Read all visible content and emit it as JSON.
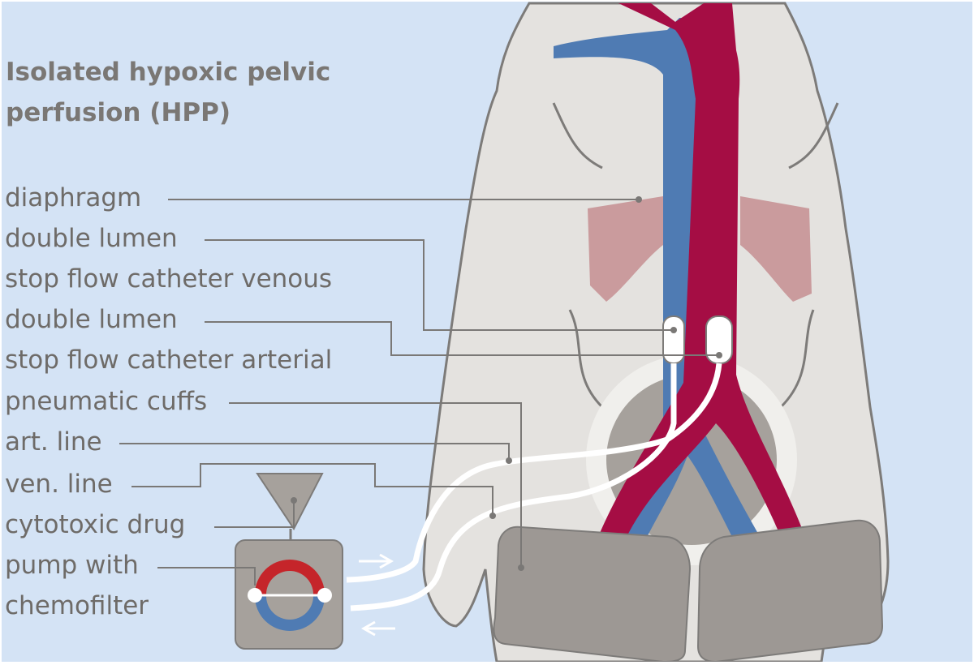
{
  "title": {
    "line1": "Isolated hypoxic pelvic",
    "line2": "perfusion (HPP)"
  },
  "labels": [
    "diaphragm",
    "double lumen",
    "stop flow catheter venous",
    "double lumen",
    "stop flow catheter arterial",
    "pneumatic cuffs",
    "art. line",
    "ven. line",
    "cytotoxic drug",
    "pump with",
    "chemofilter"
  ],
  "colors": {
    "background": "#d4e3f5",
    "body": "#e4e2df",
    "body_outline": "#7d7b79",
    "artery": "#a50d44",
    "vein": "#4f7bb3",
    "lung": "#c79396",
    "cuff": "#9d9894",
    "leader_line": "#7a7876",
    "text": "#6e6b68"
  }
}
